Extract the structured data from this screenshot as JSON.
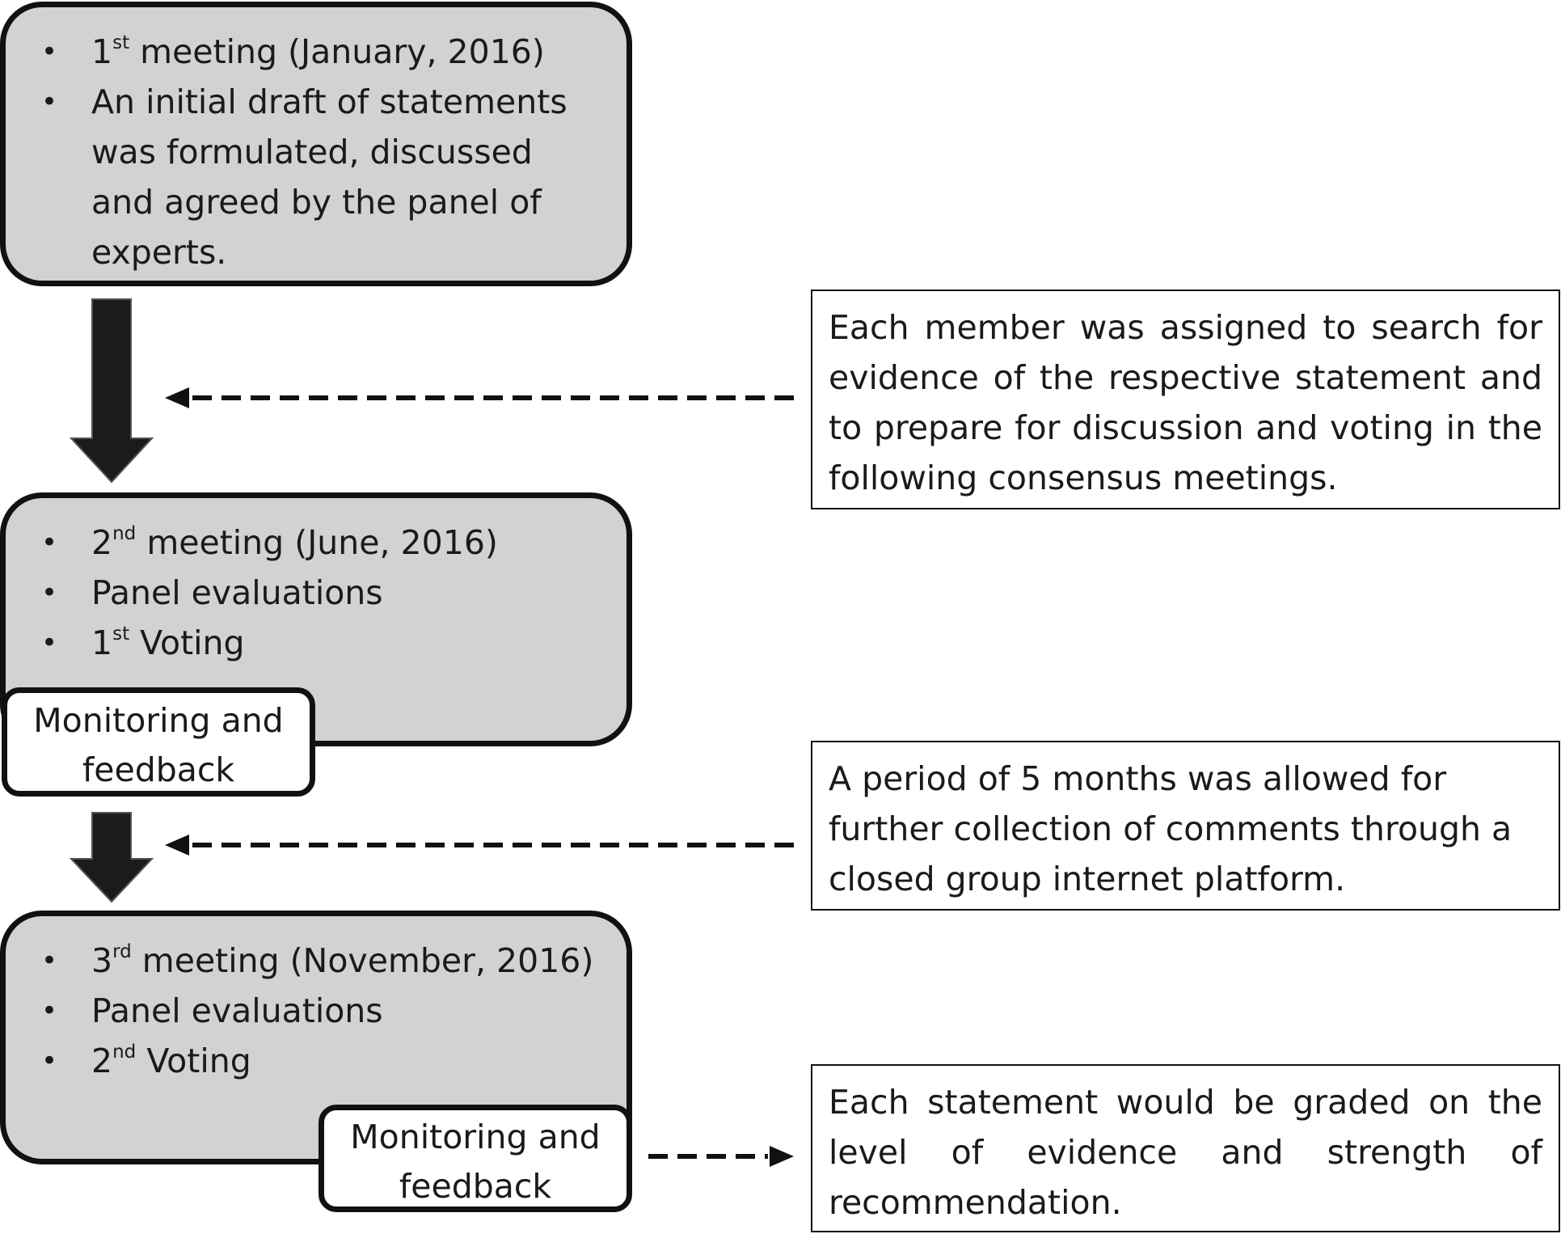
{
  "meetings": [
    {
      "items": [
        {
          "pre": "1",
          "sup": "st",
          "post": " meeting (January, 2016)"
        },
        {
          "pre": "An initial draft of statements was formulated, discussed and agreed by the panel of experts.",
          "sup": "",
          "post": ""
        }
      ]
    },
    {
      "items": [
        {
          "pre": "2",
          "sup": "nd",
          "post": " meeting (June, 2016)"
        },
        {
          "pre": "Panel evaluations",
          "sup": "",
          "post": ""
        },
        {
          "pre": "1",
          "sup": "st",
          "post": " Voting"
        }
      ],
      "feedback": "Monitoring and feedback"
    },
    {
      "items": [
        {
          "pre": "3",
          "sup": "rd",
          "post": " meeting (November, 2016)"
        },
        {
          "pre": "Panel evaluations",
          "sup": "",
          "post": ""
        },
        {
          "pre": "2",
          "sup": "nd",
          "post": " Voting"
        }
      ],
      "feedback": "Monitoring and feedback"
    }
  ],
  "notes": [
    "Each member was assigned to search for evidence of the respective statement and to prepare for discussion and voting in the following consensus meetings.",
    "A period of 5 months was allowed for further collection of comments through a closed group internet platform.",
    "Each statement would be graded on the level of evidence and strength of recommendation."
  ]
}
